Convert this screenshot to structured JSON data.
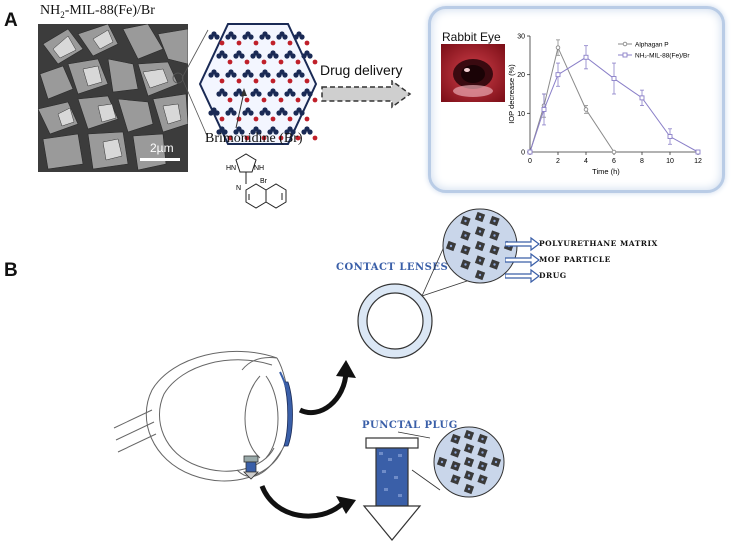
{
  "panel_a": {
    "letter": "A",
    "material_title_prefix": "NH",
    "material_title_sub": "2",
    "material_title_suffix": "-MIL-88(Fe)/Br",
    "scale_bar": "2µm",
    "drug_label": "Brimonidine (Br)",
    "arrow_label": "Drug delivery",
    "photo_label": "Rabbit Eye",
    "chem": {
      "nh1": "HN",
      "nh2": "NH",
      "n": "N",
      "br": "Br"
    }
  },
  "panel_b": {
    "letter": "B",
    "contact_lenses": "CONTACT LENSES",
    "punctal_plug": "PUNCTAL PLUG",
    "legend": [
      "POLYURETHANE MATRIX",
      "MOF PARTICLE",
      "DRUG"
    ]
  },
  "colors": {
    "accent_blue": "#3a5fa8",
    "lens_blue": "#dbe7f5",
    "red_dot": "#c0202a",
    "navy_dot": "#1a2a55",
    "gray_series": "#8a8a8a",
    "purple_series": "#8a7fc8"
  },
  "chart_data": {
    "type": "line",
    "xlabel": "Time (h)",
    "ylabel": "IOP decrease (%)",
    "xlim": [
      0,
      12
    ],
    "ylim": [
      0,
      30
    ],
    "xticks": [
      0,
      2,
      4,
      6,
      8,
      10,
      12
    ],
    "yticks": [
      0,
      10,
      20,
      30
    ],
    "legend_position": "top-right",
    "series": [
      {
        "name": "Alphagan P",
        "color": "#8a8a8a",
        "marker": "circle",
        "x": [
          0,
          1,
          2,
          4,
          6
        ],
        "y": [
          0,
          12,
          27,
          11,
          0
        ],
        "err": [
          0,
          3,
          2,
          1,
          0
        ]
      },
      {
        "name": "NH₂-MIL-88(Fe)/Br",
        "color": "#8a7fc8",
        "marker": "square",
        "x": [
          0,
          1,
          2,
          4,
          6,
          8,
          10,
          12
        ],
        "y": [
          0,
          11,
          20,
          24.5,
          19,
          14,
          4,
          0
        ],
        "err": [
          0,
          4,
          3,
          3,
          4,
          2,
          2,
          0
        ]
      }
    ]
  }
}
